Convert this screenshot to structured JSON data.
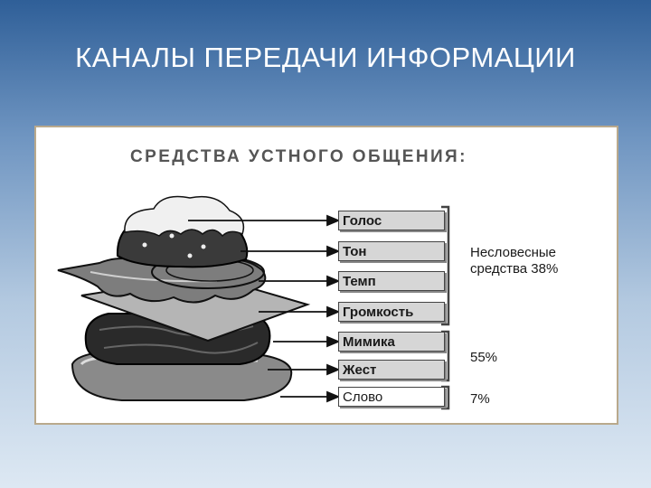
{
  "slide": {
    "title": "КАНАЛЫ ПЕРЕДАЧИ ИНФОРМАЦИИ"
  },
  "figure": {
    "heading": "СРЕДСТВА УСТНОГО ОБЩЕНИЯ:",
    "labels": [
      "Голос",
      "Тон",
      "Темп",
      "Громкость",
      "Мимика",
      "Жест",
      "Слово"
    ],
    "groups": {
      "nonverbal": {
        "line1": "Несловесные",
        "line2": "средства 38%"
      },
      "mimic_gesture": "55%",
      "word": "7%"
    }
  }
}
